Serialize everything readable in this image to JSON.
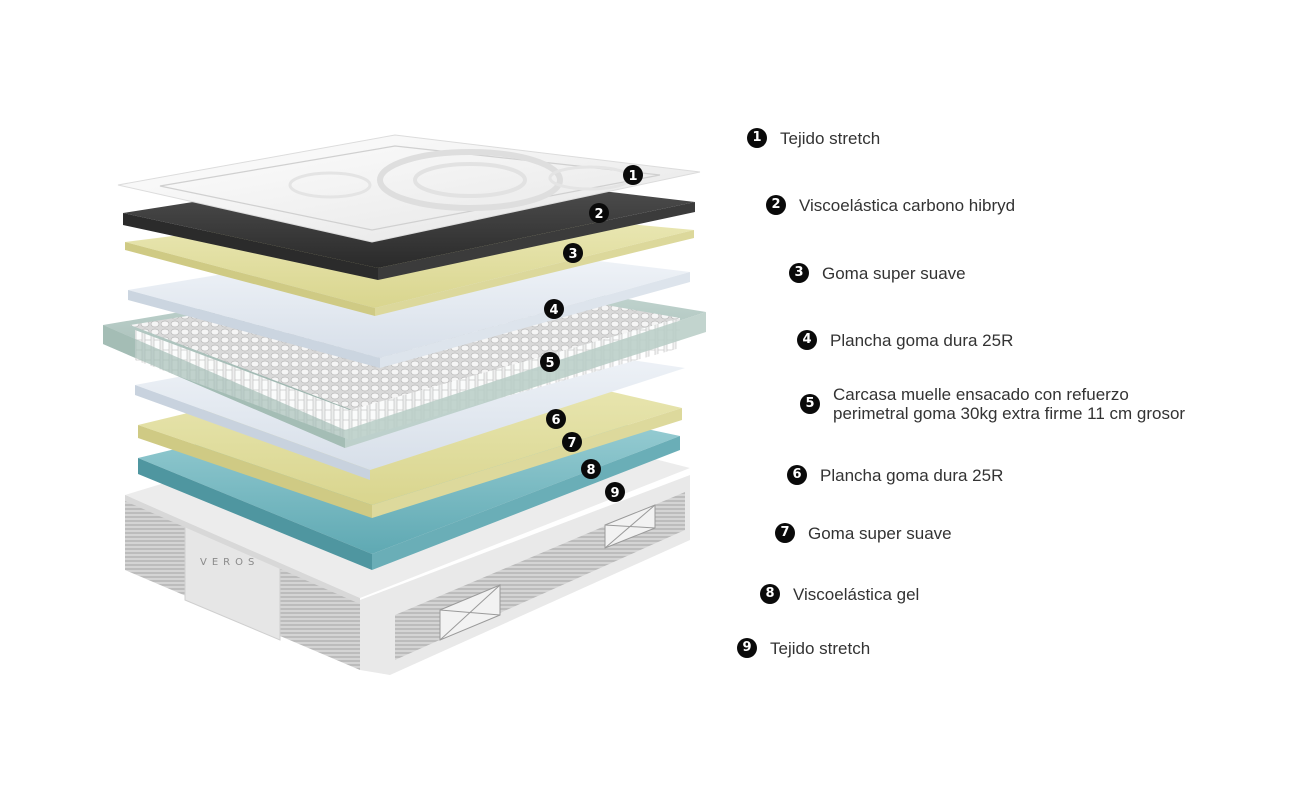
{
  "layers": [
    {
      "number": "1",
      "label": "Tejido stretch"
    },
    {
      "number": "2",
      "label": "Viscoelástica carbono hibryd"
    },
    {
      "number": "3",
      "label": "Goma super suave"
    },
    {
      "number": "4",
      "label": "Plancha goma dura 25R"
    },
    {
      "number": "5",
      "label_line1": "Carcasa muelle ensacado con refuerzo",
      "label_line2": "perimetral goma 30kg extra firme 11 cm grosor"
    },
    {
      "number": "6",
      "label": "Plancha goma dura 25R"
    },
    {
      "number": "7",
      "label": "Goma super suave"
    },
    {
      "number": "8",
      "label": "Viscoelástica gel"
    },
    {
      "number": "9",
      "label": "Tejido stretch"
    }
  ],
  "brand": {
    "name": "VEROS"
  },
  "colors": {
    "badge": "#0a0a0a",
    "label_text": "#333333",
    "quilted_fabric": "#f3f3f3",
    "carbon_foam": "#3d3d3d",
    "soft_foam": "#e6e3a6",
    "hard_foam": "#e4eaf2",
    "spring_frame": "#a9c2bb",
    "gel_foam": "#7fc1c9",
    "base_fabric": "#e8e8e8"
  }
}
